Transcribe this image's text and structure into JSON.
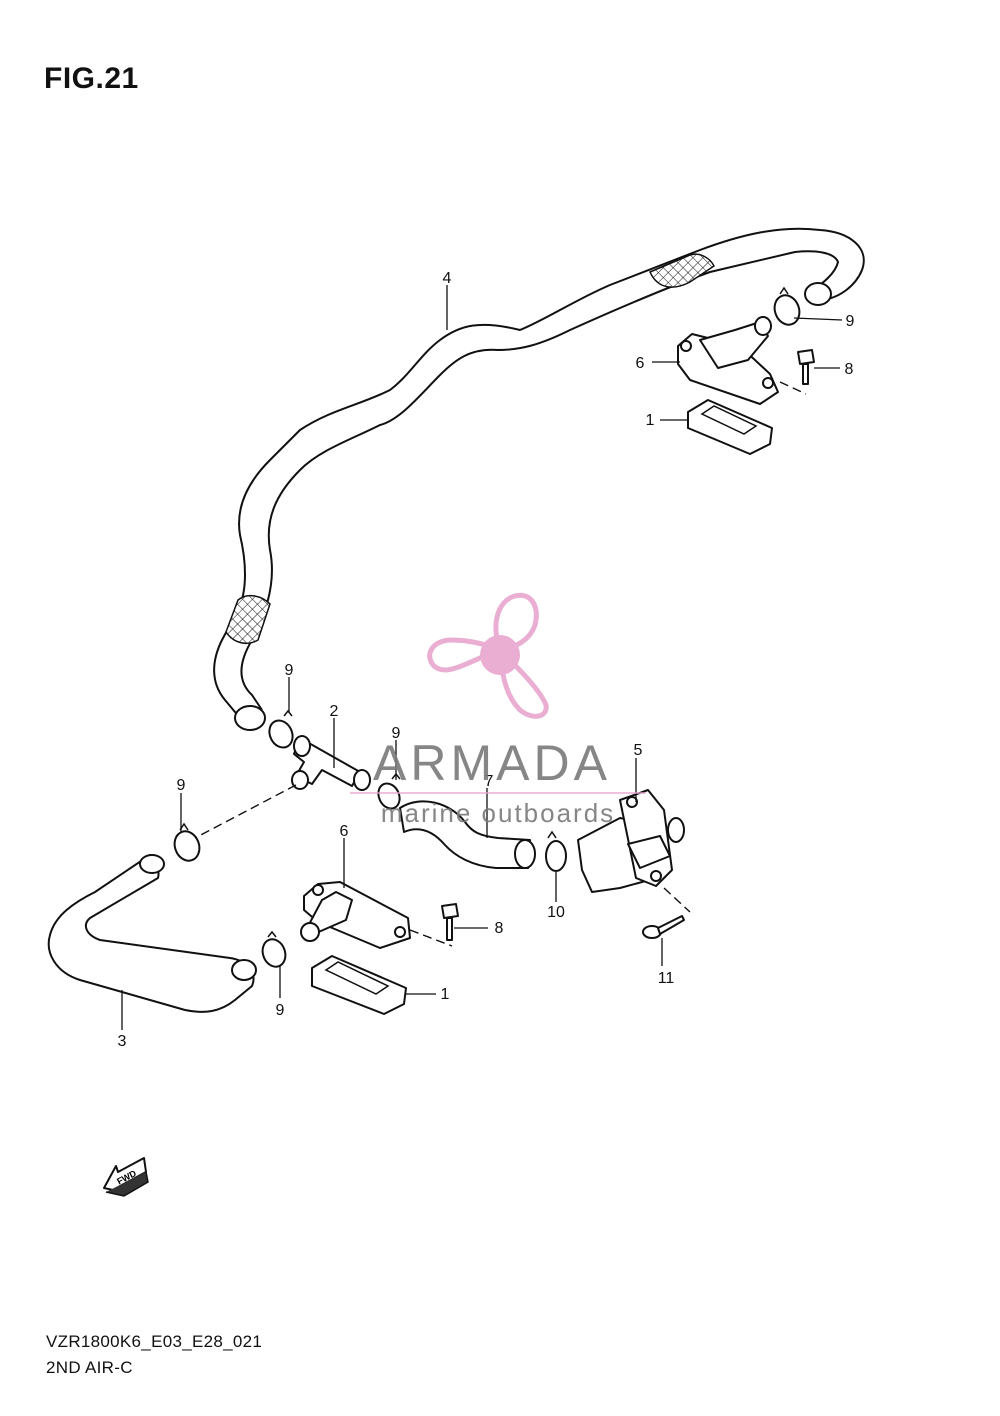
{
  "figure_title": "FIG.21",
  "footer": {
    "code": "VZR1800K6_E03_E28_021",
    "name": "2ND AIR-C"
  },
  "watermark": {
    "brand": "ARMADA",
    "tagline": "marine outboards",
    "logo_color": "#e8a6cf"
  },
  "fwd_label": "FWD",
  "callouts": {
    "c1a": "1",
    "c1b": "1",
    "c2": "2",
    "c3": "3",
    "c4": "4",
    "c5": "5",
    "c6a": "6",
    "c6b": "6",
    "c7": "7",
    "c8a": "8",
    "c8b": "8",
    "c9a": "9",
    "c9b": "9",
    "c9c": "9",
    "c9d": "9",
    "c9e": "9",
    "c10": "10",
    "c11": "11"
  }
}
